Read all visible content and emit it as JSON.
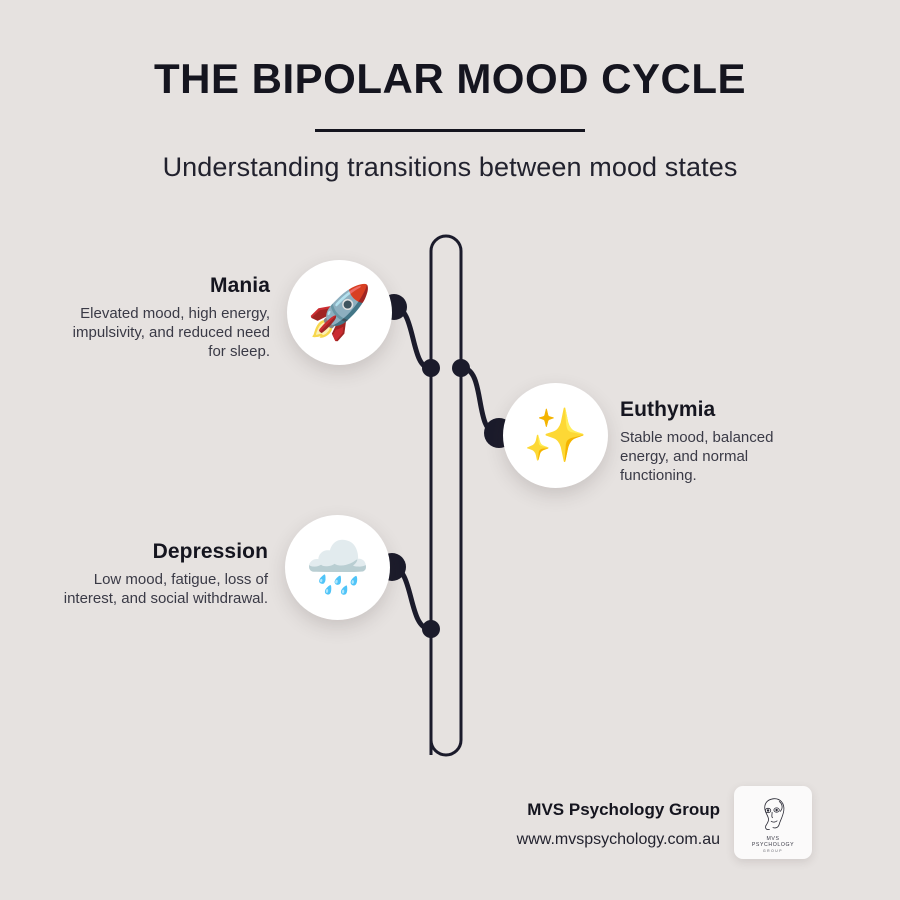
{
  "header": {
    "title": "THE BIPOLAR MOOD CYCLE",
    "subtitle": "Understanding transitions between mood states"
  },
  "nodes": [
    {
      "id": "mania",
      "title": "Mania",
      "description": "Elevated mood, high energy, impulsivity, and reduced need for sleep.",
      "icon": "rocket-icon",
      "emoji": "🚀",
      "side": "left"
    },
    {
      "id": "euthymia",
      "title": "Euthymia",
      "description": "Stable mood, balanced energy, and normal functioning.",
      "icon": "sparkles-icon",
      "emoji": "✨",
      "side": "right"
    },
    {
      "id": "depression",
      "title": "Depression",
      "description": "Low mood, fatigue, loss of interest, and social withdrawal.",
      "icon": "rain-cloud-icon",
      "emoji": "🌧️",
      "side": "left"
    }
  ],
  "footer": {
    "brand": "MVS Psychology Group",
    "url": "www.mvspsychology.com.au",
    "logo": {
      "line1": "MVS",
      "line2": "PSYCHOLOGY",
      "line3": "GROUP"
    }
  },
  "colors": {
    "background": "#e6e2e0",
    "ink": "#15151f",
    "track": "#1b1b2b",
    "node_surface": "#ffffff",
    "accent_sparkle": "#f5b722"
  }
}
